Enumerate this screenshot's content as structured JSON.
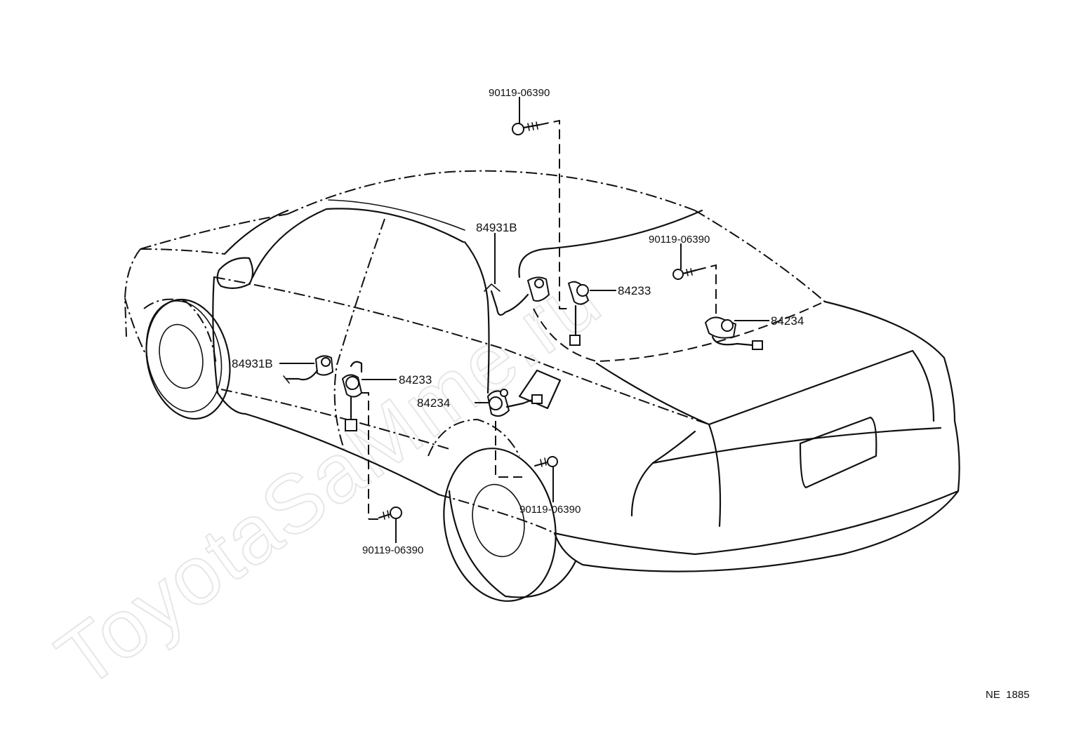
{
  "watermark": "ToyotaSaMme.ru",
  "labels": {
    "screw_top": "90119-06390",
    "lamp_front_upper": "84931B",
    "switch_rear_upper": "84233",
    "screw_right": "90119-06390",
    "switch_rear_right": "84234",
    "lamp_front_lower": "84931B",
    "switch_front_lower": "84233",
    "switch_center_lower": "84234",
    "screw_center_lower": "90119-06390",
    "screw_bottom": "90119-06390"
  },
  "figure_code": "NE  1885"
}
